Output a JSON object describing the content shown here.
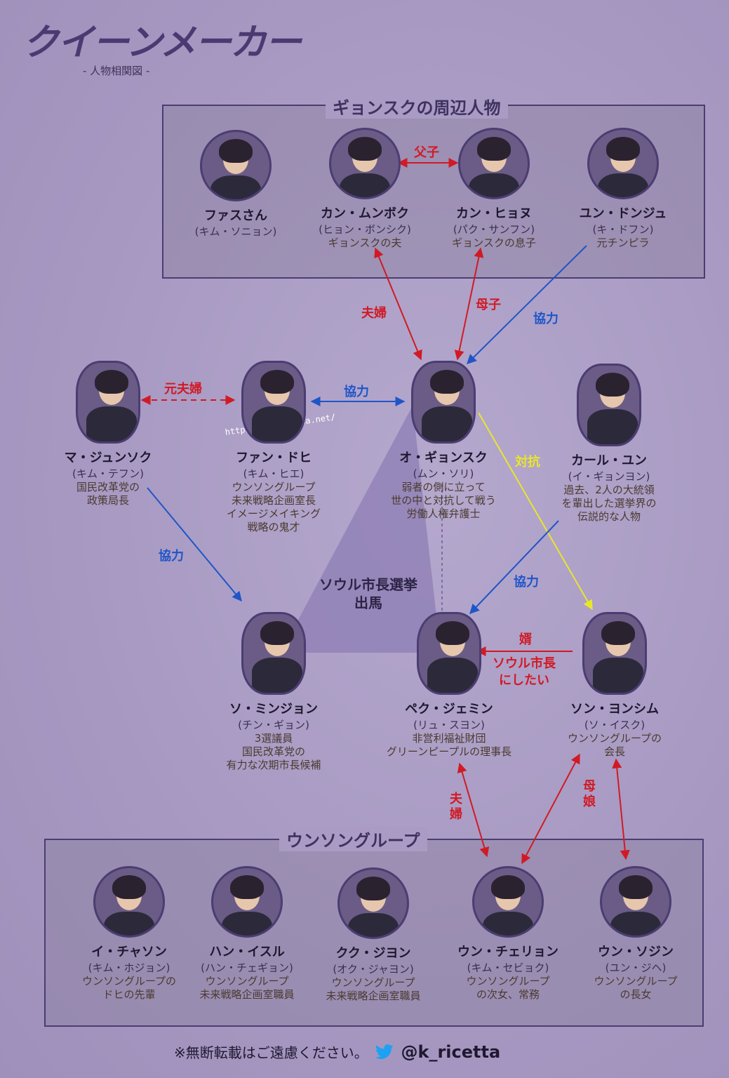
{
  "header": {
    "title": "クイーンメーカー",
    "subtitle": "- 人物相関図 -"
  },
  "groups": {
    "top": "ギョンスクの周辺人物",
    "bottom": "ウンソングループ"
  },
  "people": {
    "fas": {
      "name": "ファスさん",
      "actor": "(キム・ソニョン)",
      "desc": []
    },
    "kmb": {
      "name": "カン・ムンボク",
      "actor": "(ヒョン・ボンシク)",
      "desc": [
        "ギョンスクの夫"
      ]
    },
    "khn": {
      "name": "カン・ヒョヌ",
      "actor": "(パク・サンフン)",
      "desc": [
        "ギョンスクの息子"
      ]
    },
    "ydj": {
      "name": "ユン・ドンジュ",
      "actor": "(キ・ドフン)",
      "desc": [
        "元チンピラ"
      ]
    },
    "mjs": {
      "name": "マ・ジュンソク",
      "actor": "(キム・テフン)",
      "desc": [
        "国民改革党の",
        "政策局長"
      ]
    },
    "fdh": {
      "name": "ファン・ドヒ",
      "actor": "(キム・ヒエ)",
      "desc": [
        "ウンソングループ",
        "未来戦略企画室長",
        "イメージメイキング",
        "戦略の鬼才"
      ]
    },
    "ogs": {
      "name": "オ・ギョンスク",
      "actor": "(ムン・ソリ)",
      "desc": [
        "弱者の側に立って",
        "世の中と対抗して戦う",
        "労働人権弁護士"
      ]
    },
    "kry": {
      "name": "カール・ユン",
      "actor": "(イ・ギョンヨン)",
      "desc": [
        "過去、2人の大統領",
        "を輩出した選挙界の",
        "伝説的な人物"
      ]
    },
    "smj": {
      "name": "ソ・ミンジョン",
      "actor": "(チン・ギョン)",
      "desc": [
        "3選議員",
        "国民改革党の",
        "有力な次期市長候補"
      ]
    },
    "pjm": {
      "name": "ペク・ジェミン",
      "actor": "(リュ・スヨン)",
      "desc": [
        "非営利福祉財団",
        "グリーンピープルの理事長"
      ]
    },
    "sys": {
      "name": "ソン・ヨンシム",
      "actor": "(ソ・イスク)",
      "desc": [
        "ウンソングループの",
        "会長"
      ]
    },
    "ics": {
      "name": "イ・チャソン",
      "actor": "(キム・ホジョン)",
      "desc": [
        "ウンソングループの",
        "ドヒの先輩"
      ]
    },
    "his": {
      "name": "ハン・イスル",
      "actor": "(ハン・チェギョン)",
      "desc": [
        "ウンソングループ",
        "未来戦略企画室職員"
      ]
    },
    "kkj": {
      "name": "クク・ジヨン",
      "actor": "(オク・ジャヨン)",
      "desc": [
        "ウンソングループ",
        "未来戦略企画室職員"
      ]
    },
    "ucr": {
      "name": "ウン・チェリョン",
      "actor": "(キム・セビョク)",
      "desc": [
        "ウンソングループ",
        "の次女、常務"
      ]
    },
    "usj": {
      "name": "ウン・ソジン",
      "actor": "(ユン・ジヘ)",
      "desc": [
        "ウンソングループ",
        "の長女"
      ]
    }
  },
  "relations": {
    "fushi": "父子",
    "fufu": "夫婦",
    "boshi": "母子",
    "kyoryoku": "協力",
    "motofufu": "元夫婦",
    "taiko": "対抗",
    "muko": "婿",
    "seoul_mayor": [
      "ソウル市長",
      "にしたい"
    ],
    "fufu_bottom": "夫婦",
    "boujou": "母娘"
  },
  "mayor_label": [
    "ソウル市長選挙",
    "出馬"
  ],
  "watermark": "https://k-ricetta.net/",
  "footer": {
    "note": "※無断転載はご遠慮ください。",
    "handle": "@k_ricetta"
  },
  "colors": {
    "red": "#d11a25",
    "blue": "#1f55c8",
    "yellow": "#e8e62a",
    "frame": "#4b3d72"
  }
}
